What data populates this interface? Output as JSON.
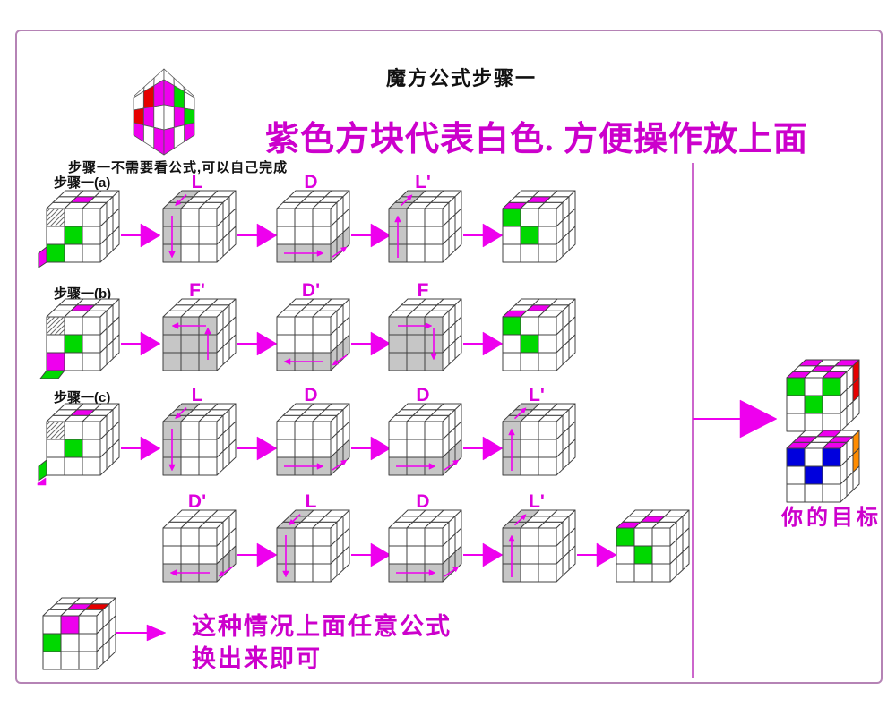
{
  "page": {
    "border_color": "#b583b5",
    "divider_color": "#cc66cc",
    "background": "#ffffff"
  },
  "header": {
    "title": "魔方公式步骤一",
    "subtitle": "紫色方块代表白色. 方便操作放上面",
    "subtitle_color": "#cc00cc"
  },
  "intro": {
    "caption": "步骤一不需要看公式,可以自己完成"
  },
  "palette": {
    "W": "#ffffff",
    "M": "#ee00ee",
    "G": "#00d800",
    "R": "#e60000",
    "B": "#0000dd",
    "O": "#ff8c00",
    "S": "#c6c6c6",
    "arrow": "#ee00ee",
    "move_label": "#dd00dd",
    "text_magenta": "#cc00cc",
    "cell_stroke": "#404040"
  },
  "diamond_cube": {
    "left": [
      [
        "M",
        "R",
        "W"
      ],
      [
        "W",
        "M",
        "R"
      ],
      [
        "M",
        "W",
        "M"
      ]
    ],
    "right": [
      [
        "M",
        "G",
        "W"
      ],
      [
        "W",
        "M",
        "G"
      ],
      [
        "M",
        "W",
        "M"
      ]
    ]
  },
  "rows": [
    {
      "label": "步骤一(a)",
      "indent": 0,
      "cubes": [
        {
          "top": [
            "WWW",
            "WMW",
            "WWW"
          ],
          "front": [
            "HWW",
            "WGW",
            "GWW"
          ],
          "right": [
            "WWW",
            "WWW",
            "WWW"
          ],
          "extras": [
            {
              "type": "left",
              "row": 2,
              "color": "M"
            }
          ]
        },
        {
          "move": "L"
        },
        {
          "move": "D"
        },
        {
          "move": "L'"
        },
        {
          "top": [
            "WWW",
            "WMW",
            "MWW"
          ],
          "front": [
            "GWW",
            "WGW",
            "WWW"
          ],
          "right": [
            "WWW",
            "WWW",
            "WWW"
          ]
        }
      ]
    },
    {
      "label": "步骤一(b)",
      "indent": 0,
      "cubes": [
        {
          "top": [
            "WWW",
            "WMW",
            "WWW"
          ],
          "front": [
            "HWW",
            "WGW",
            "MWW"
          ],
          "right": [
            "WWW",
            "WWW",
            "WWW"
          ],
          "extras": [
            {
              "type": "bottom",
              "col": 0,
              "color": "G"
            }
          ]
        },
        {
          "move": "F'"
        },
        {
          "move": "D'"
        },
        {
          "move": "F"
        },
        {
          "top": [
            "WWW",
            "WMW",
            "MWW"
          ],
          "front": [
            "GWW",
            "WGW",
            "WWW"
          ],
          "right": [
            "WWW",
            "WWW",
            "WWW"
          ]
        }
      ]
    },
    {
      "label": "步骤一(c)",
      "indent": 0,
      "cubes": [
        {
          "top": [
            "WWW",
            "WMW",
            "WWW"
          ],
          "front": [
            "HWW",
            "WGW",
            "WWW"
          ],
          "right": [
            "WWW",
            "WWW",
            "WWW"
          ],
          "extras": [
            {
              "type": "left",
              "row": 2,
              "color": "G"
            },
            {
              "type": "corner",
              "color": "M"
            }
          ]
        },
        {
          "move": "L"
        },
        {
          "move": "D"
        },
        {
          "move": "D"
        },
        {
          "move": "L'"
        }
      ]
    },
    {
      "label": "",
      "indent": 1,
      "cubes": [
        {
          "move": "D'"
        },
        {
          "move": "L"
        },
        {
          "move": "D"
        },
        {
          "move": "L'"
        },
        {
          "top": [
            "WWW",
            "WMW",
            "MWW"
          ],
          "front": [
            "GWW",
            "WGW",
            "WWW"
          ],
          "right": [
            "WWW",
            "WWW",
            "WWW"
          ]
        }
      ]
    }
  ],
  "goal": {
    "label": "你的目标",
    "cubes": [
      {
        "top": [
          "MWM",
          "WMW",
          "MWM"
        ],
        "front": [
          "GWG",
          "WGW",
          "WWW"
        ],
        "right": [
          "WWR",
          "WWR",
          "WWW"
        ]
      },
      {
        "top": [
          "WMW",
          "MWM",
          "MWM"
        ],
        "front": [
          "BWB",
          "WBW",
          "WWW"
        ],
        "right": [
          "WWO",
          "WWO",
          "WWW"
        ]
      }
    ]
  },
  "note": {
    "line1": "这种情况上面任意公式",
    "line2": "换出来即可",
    "cube": {
      "top": [
        "WWW",
        "WMR",
        "WWW"
      ],
      "front": [
        "WMW",
        "GWW",
        "WWW"
      ],
      "right": [
        "WWW",
        "WWW",
        "WWW"
      ]
    }
  }
}
